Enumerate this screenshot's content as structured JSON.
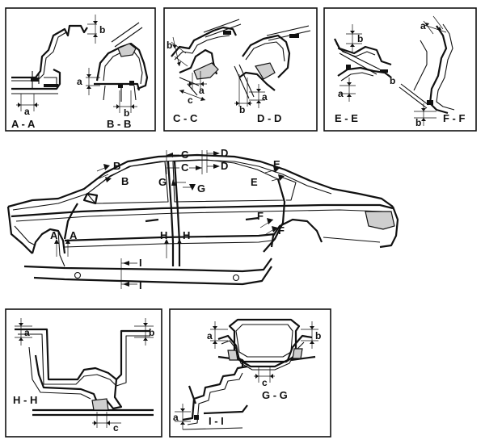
{
  "panels": {
    "aa": {
      "section": "A - A",
      "dims": [
        "b",
        "a",
        "a"
      ]
    },
    "bb": {
      "section": "B - B",
      "dims": [
        "b"
      ]
    },
    "cc": {
      "section": "C - C",
      "dims": [
        "b",
        "a",
        "c"
      ]
    },
    "dd": {
      "section": "D - D",
      "dims": [
        "b",
        "a"
      ]
    },
    "ee": {
      "section": "E - E",
      "dims": [
        "b",
        "a"
      ]
    },
    "ff": {
      "section": "F - F",
      "dims": [
        "a",
        "b"
      ]
    },
    "hh": {
      "section": "H - H",
      "dims": [
        "a",
        "b",
        "c"
      ]
    },
    "gg": {
      "section": "G - G",
      "dims": [
        "a",
        "b",
        "c"
      ]
    },
    "ii": {
      "section": "I - I",
      "dims": [
        "a"
      ]
    }
  },
  "car_markers": [
    "B",
    "B",
    "C",
    "C",
    "D",
    "D",
    "G",
    "G",
    "E",
    "E",
    "F",
    "F",
    "A",
    "A",
    "H",
    "H",
    "I",
    "I"
  ]
}
